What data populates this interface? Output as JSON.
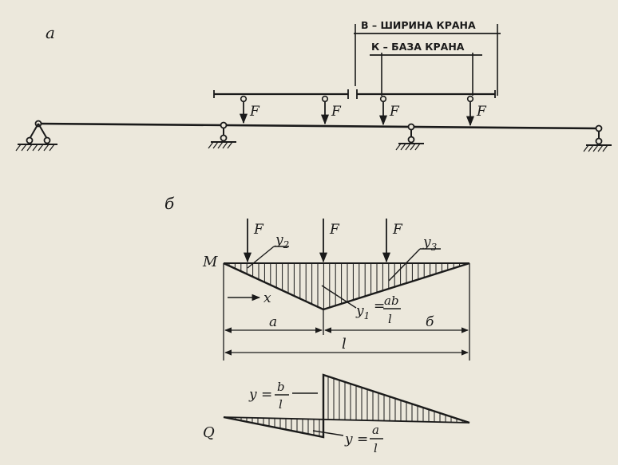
{
  "figure": {
    "part_a_label": "а",
    "part_b_label": "б",
    "crane_width_label": "В – ШИРИНА КРАНА",
    "crane_base_label": "К – БАЗА КРАНА",
    "force_label": "F",
    "moment_label": "М",
    "shear_label": "Q",
    "x_label": "x",
    "y2_label": "y",
    "y2_sub": "2",
    "y3_label": "y",
    "y3_sub": "3",
    "y1_label": "y",
    "y1_sub": "1",
    "y1_eq": "=",
    "y1_num": "ab",
    "y1_den": "l",
    "a_label": "a",
    "b_label": "б",
    "l_label": "l",
    "yb_label": "y =",
    "yb_num": "b",
    "yb_den": "l",
    "ya_label": "y =",
    "ya_num": "a",
    "ya_den": "l"
  },
  "colors": {
    "paper": "#ece8dc",
    "ink": "#1a1a1a"
  }
}
